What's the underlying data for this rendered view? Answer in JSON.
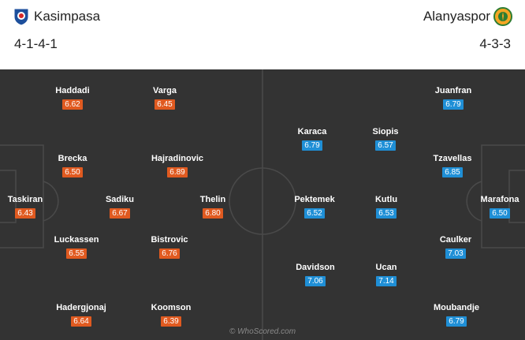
{
  "home": {
    "name": "Kasimpasa",
    "formation": "4-1-4-1",
    "rating_color": "#e05a20",
    "players": [
      {
        "name": "Taskiran",
        "rating": "6.43"
      },
      {
        "name": "Haddadi",
        "rating": "6.62"
      },
      {
        "name": "Brecka",
        "rating": "6.50"
      },
      {
        "name": "Luckassen",
        "rating": "6.55"
      },
      {
        "name": "Hadergjonaj",
        "rating": "6.64"
      },
      {
        "name": "Sadiku",
        "rating": "6.67"
      },
      {
        "name": "Varga",
        "rating": "6.45"
      },
      {
        "name": "Hajradinovic",
        "rating": "6.89"
      },
      {
        "name": "Bistrovic",
        "rating": "6.76"
      },
      {
        "name": "Koomson",
        "rating": "6.39"
      },
      {
        "name": "Thelin",
        "rating": "6.80"
      }
    ]
  },
  "away": {
    "name": "Alanyaspor",
    "formation": "4-3-3",
    "rating_color": "#1f8fd6",
    "players": [
      {
        "name": "Marafona",
        "rating": "6.50"
      },
      {
        "name": "Juanfran",
        "rating": "6.79"
      },
      {
        "name": "Tzavellas",
        "rating": "6.85"
      },
      {
        "name": "Caulker",
        "rating": "7.03"
      },
      {
        "name": "Moubandje",
        "rating": "6.79"
      },
      {
        "name": "Siopis",
        "rating": "6.57"
      },
      {
        "name": "Kutlu",
        "rating": "6.53"
      },
      {
        "name": "Ucan",
        "rating": "7.14"
      },
      {
        "name": "Karaca",
        "rating": "6.79"
      },
      {
        "name": "Pektemek",
        "rating": "6.52"
      },
      {
        "name": "Davidson",
        "rating": "7.06"
      }
    ]
  },
  "pitch_color": "#333333",
  "watermark": "© WhoScored.com"
}
